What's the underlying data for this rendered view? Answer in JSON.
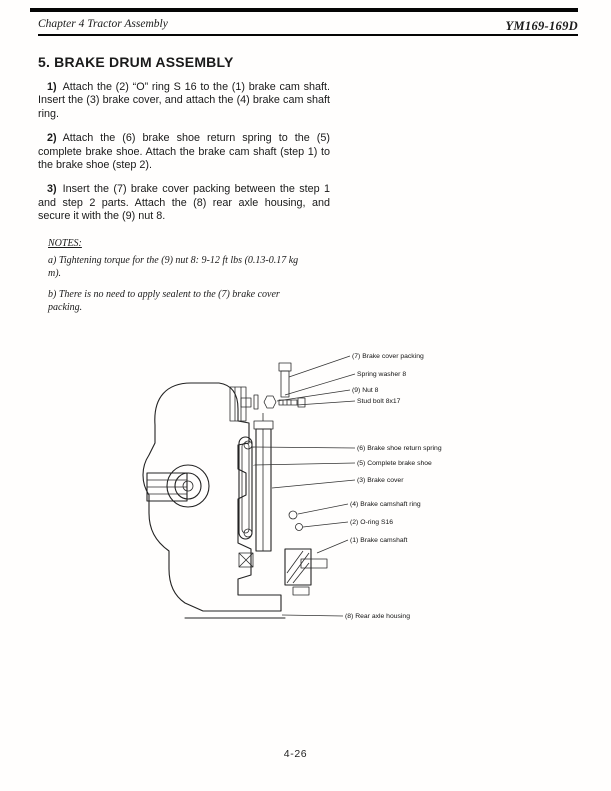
{
  "header": {
    "left": "Chapter 4  Tractor Assembly",
    "right": "YM169-169D"
  },
  "title": "5. BRAKE DRUM ASSEMBLY",
  "paragraphs": [
    {
      "num": "1)",
      "text": "Attach the (2) “O” ring S 16 to the (1) brake cam shaft.  Insert the (3) brake cover, and attach the (4) brake cam shaft ring."
    },
    {
      "num": "2)",
      "text": "Attach the (6) brake shoe return spring to the (5) complete brake shoe.  Attach the brake cam shaft (step 1) to the brake shoe (step 2)."
    },
    {
      "num": "3)",
      "text": "Insert the (7) brake cover packing between the step 1 and step 2 parts.  Attach the (8) rear axle housing, and secure it with the (9) nut 8."
    }
  ],
  "notes": {
    "heading": "NOTES:",
    "items": [
      "a) Tightening torque for the (9) nut 8:  9-12 ft lbs (0.13-0.17 kg m).",
      "b) There is no need to apply sealent to the (7) brake cover packing."
    ]
  },
  "diagram": {
    "labels": [
      "(7) Brake cover packing",
      "Spring washer 8",
      "(9) Nut 8",
      "Stud bolt 8x17",
      "(6) Brake shoe return spring",
      "(5) Complete brake shoe",
      "(3) Brake cover",
      "(4) Brake camshaft ring",
      "(2) O-ring S16",
      "(1) Brake camshaft",
      "(8) Rear axle housing"
    ]
  },
  "footer": {
    "page_number": "4-26"
  }
}
